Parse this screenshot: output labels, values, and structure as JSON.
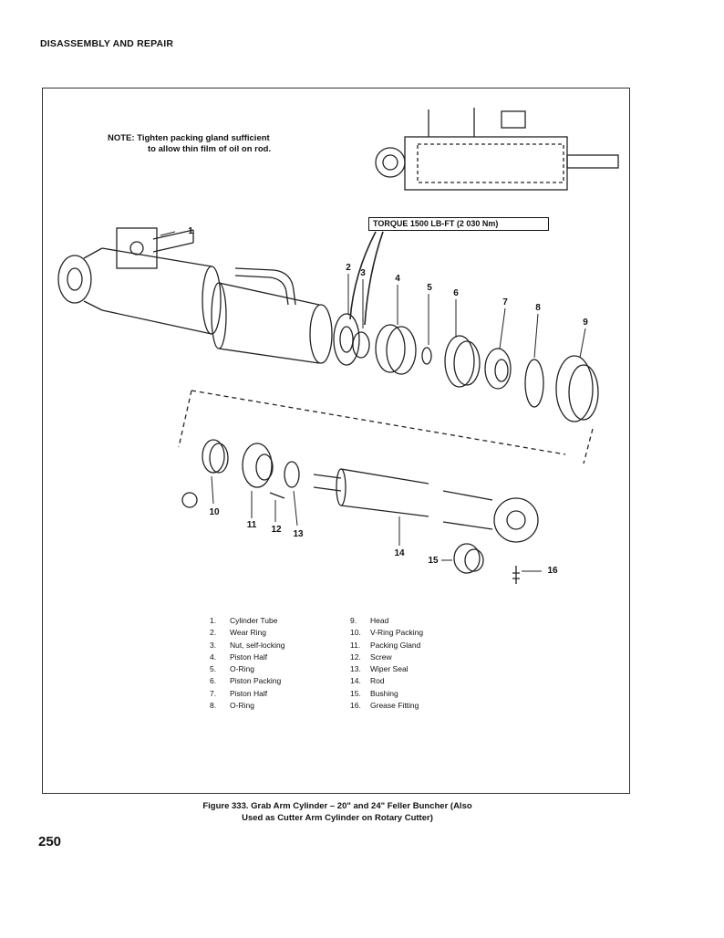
{
  "header": {
    "section": "DISASSEMBLY AND REPAIR"
  },
  "note": {
    "line1": "NOTE: Tighten packing gland sufficient",
    "line2": "to allow thin film of oil on rod."
  },
  "torque": "TORQUE 1500 LB-FT (2 030 Nm)",
  "callouts": [
    "1",
    "2",
    "3",
    "4",
    "5",
    "6",
    "7",
    "8",
    "9",
    "10",
    "11",
    "12",
    "13",
    "14",
    "15",
    "16"
  ],
  "legend_left": [
    {
      "num": "1.",
      "label": "Cylinder Tube"
    },
    {
      "num": "2.",
      "label": "Wear Ring"
    },
    {
      "num": "3.",
      "label": "Nut, self-locking"
    },
    {
      "num": "4.",
      "label": "Piston Half"
    },
    {
      "num": "5.",
      "label": "O-Ring"
    },
    {
      "num": "6.",
      "label": "Piston Packing"
    },
    {
      "num": "7.",
      "label": "Piston Half"
    },
    {
      "num": "8.",
      "label": "O-Ring"
    }
  ],
  "legend_right": [
    {
      "num": "9.",
      "label": "Head"
    },
    {
      "num": "10.",
      "label": "V-Ring Packing"
    },
    {
      "num": "11.",
      "label": "Packing Gland"
    },
    {
      "num": "12.",
      "label": "Screw"
    },
    {
      "num": "13.",
      "label": "Wiper Seal"
    },
    {
      "num": "14.",
      "label": "Rod"
    },
    {
      "num": "15.",
      "label": "Bushing"
    },
    {
      "num": "16.",
      "label": "Grease Fitting"
    }
  ],
  "caption": {
    "line1": "Figure 333. Grab Arm Cylinder – 20\" and 24\" Feller Buncher (Also",
    "line2": "Used as Cutter Arm Cylinder on Rotary Cutter)"
  },
  "page_number": "250"
}
